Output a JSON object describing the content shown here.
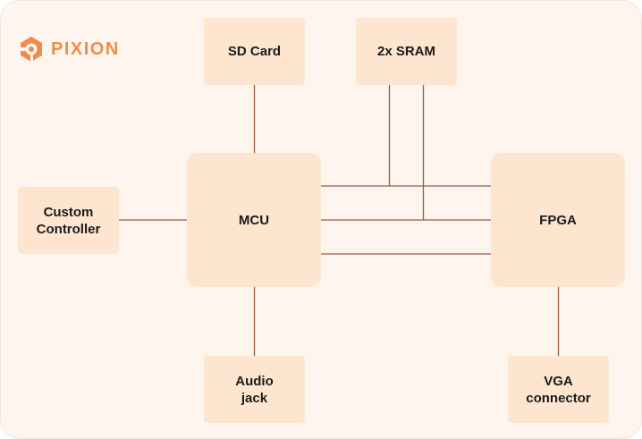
{
  "brand": {
    "name": "PIXION",
    "logo_icon": "pixion-logo-icon",
    "color": "#f08c4a"
  },
  "colors": {
    "background": "#fef5ef",
    "block_fill": "#fde5d0",
    "connector": "#9a5a3f",
    "text": "#1b1b1b"
  },
  "blocks": {
    "sd_card": "SD Card",
    "sram": "2x SRAM",
    "mcu": "MCU",
    "fpga": "FPGA",
    "custom_controller": "Custom\nController",
    "audio_jack": "Audio\njack",
    "vga_connector": "VGA\nconnector"
  }
}
